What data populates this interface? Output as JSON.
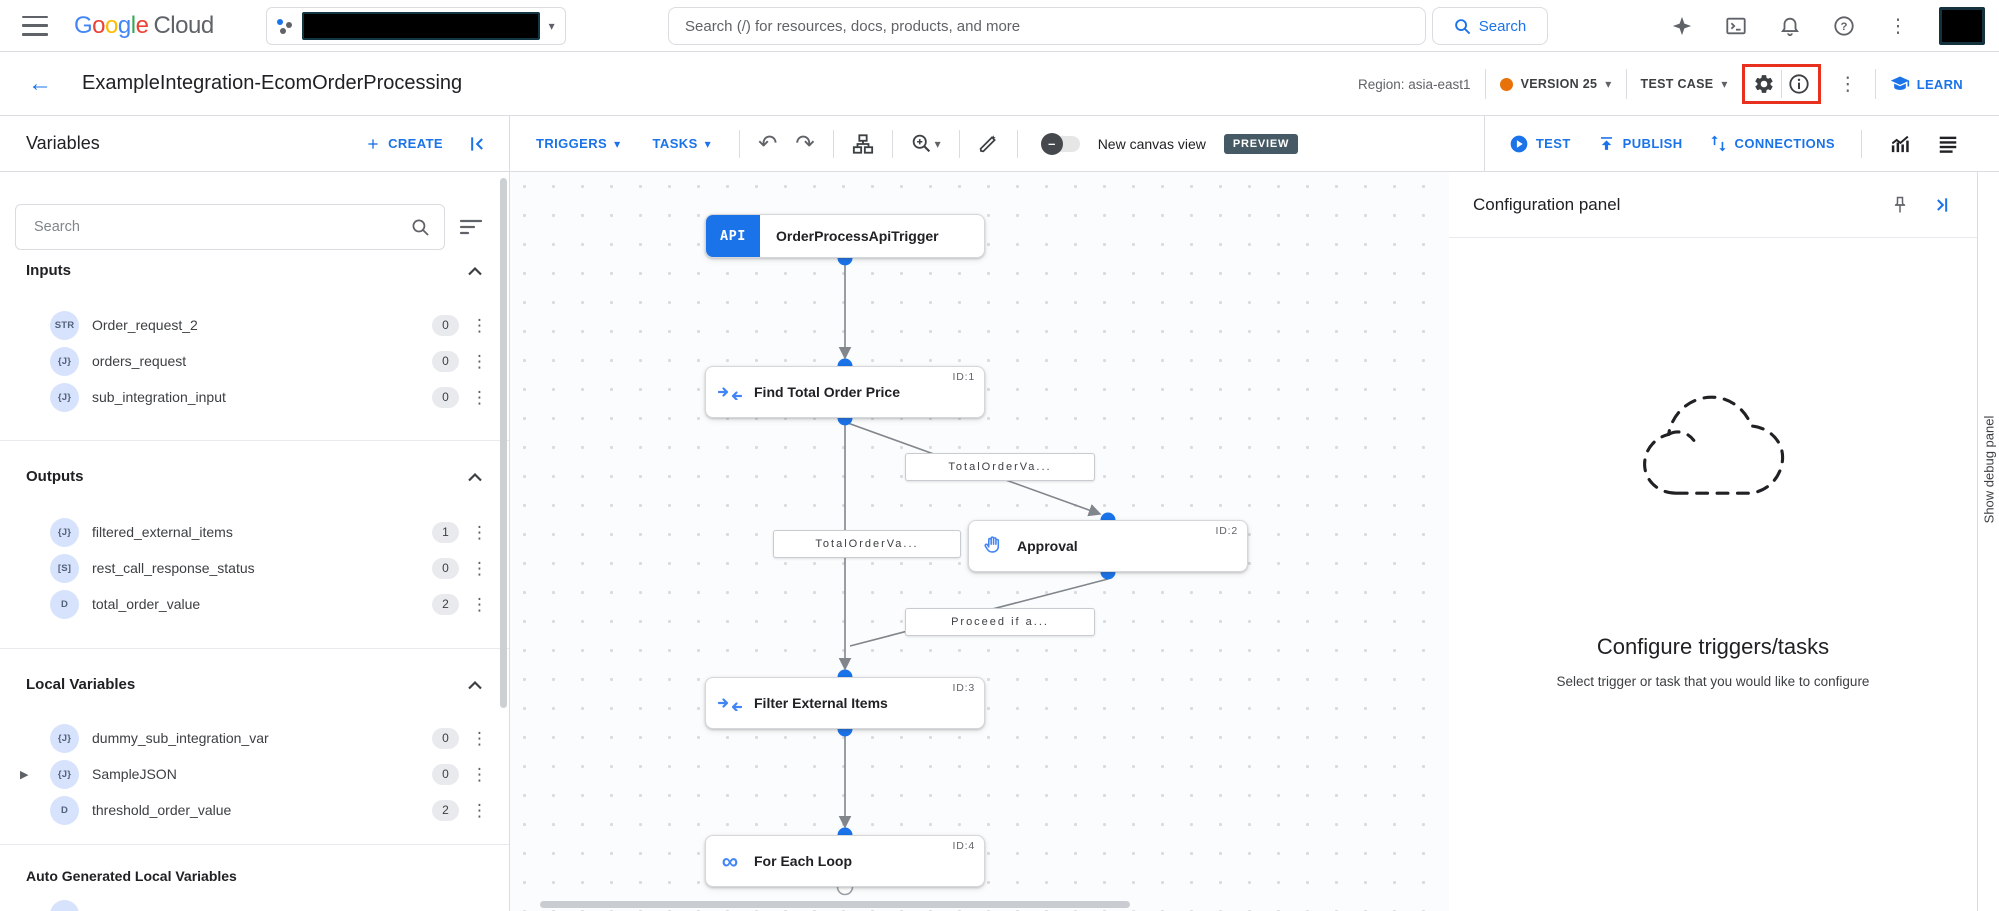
{
  "colors": {
    "accent_blue": "#1a73e8",
    "highlight_red": "#e8301f",
    "version_dot_orange": "#e8710a",
    "preview_badge_bg": "#455a64",
    "node_icon_blue": "#4285f4",
    "edge_gray": "#80868b"
  },
  "header": {
    "logo_letters": [
      "G",
      "o",
      "o",
      "g",
      "l",
      "e"
    ],
    "logo_suffix": "Cloud",
    "search_placeholder": "Search (/) for resources, docs, products, and more",
    "search_button": "Search"
  },
  "titlebar": {
    "title": "ExampleIntegration-EcomOrderProcessing",
    "region": "Region: asia-east1",
    "version": "VERSION 25",
    "test_case": "TEST CASE",
    "learn": "LEARN"
  },
  "toolbar": {
    "variables_title": "Variables",
    "create": "CREATE",
    "triggers": "TRIGGERS",
    "tasks": "TASKS",
    "new_canvas_view": "New canvas view",
    "preview": "PREVIEW",
    "test": "TEST",
    "publish": "PUBLISH",
    "connections": "CONNECTIONS"
  },
  "sidebar": {
    "search_placeholder": "Search",
    "sections": [
      {
        "title": "Inputs",
        "items": [
          {
            "type": "STR",
            "name": "Order_request_2",
            "count": "0"
          },
          {
            "type": "{J}",
            "name": "orders_request",
            "count": "0"
          },
          {
            "type": "{J}",
            "name": "sub_integration_input",
            "count": "0"
          }
        ]
      },
      {
        "title": "Outputs",
        "items": [
          {
            "type": "{J}",
            "name": "filtered_external_items",
            "count": "1"
          },
          {
            "type": "[S]",
            "name": "rest_call_response_status",
            "count": "0"
          },
          {
            "type": "D",
            "name": "total_order_value",
            "count": "2"
          }
        ]
      },
      {
        "title": "Local Variables",
        "items": [
          {
            "type": "{J}",
            "name": "dummy_sub_integration_var",
            "count": "0"
          },
          {
            "type": "{J}",
            "name": "SampleJSON",
            "count": "0"
          },
          {
            "type": "D",
            "name": "threshold_order_value",
            "count": "2"
          }
        ]
      }
    ],
    "auto_generated_title": "Auto Generated Local Variables"
  },
  "canvas": {
    "nodes": [
      {
        "badge": "API",
        "label": "OrderProcessApiTrigger"
      },
      {
        "label": "Find Total Order Price",
        "task_id": "ID:1"
      },
      {
        "label": "Approval",
        "task_id": "ID:2"
      },
      {
        "label": "Filter External Items",
        "task_id": "ID:3"
      },
      {
        "label": "For Each Loop",
        "task_id": "ID:4"
      }
    ],
    "edge_labels": [
      "TotalOrderVa...",
      "TotalOrderVa...",
      "Proceed if a..."
    ]
  },
  "config_panel": {
    "title": "Configuration panel",
    "heading": "Configure triggers/tasks",
    "subtext": "Select trigger or task that you would like to configure"
  },
  "debug_strip": {
    "label": "Show debug panel"
  },
  "icons": {
    "caret_down": "▾",
    "vertical_dots": "⋮",
    "undo": "↶",
    "redo": "↷",
    "back": "←",
    "infinity": "∞",
    "expand_arrow": "▶",
    "toggle_minus": "–"
  }
}
